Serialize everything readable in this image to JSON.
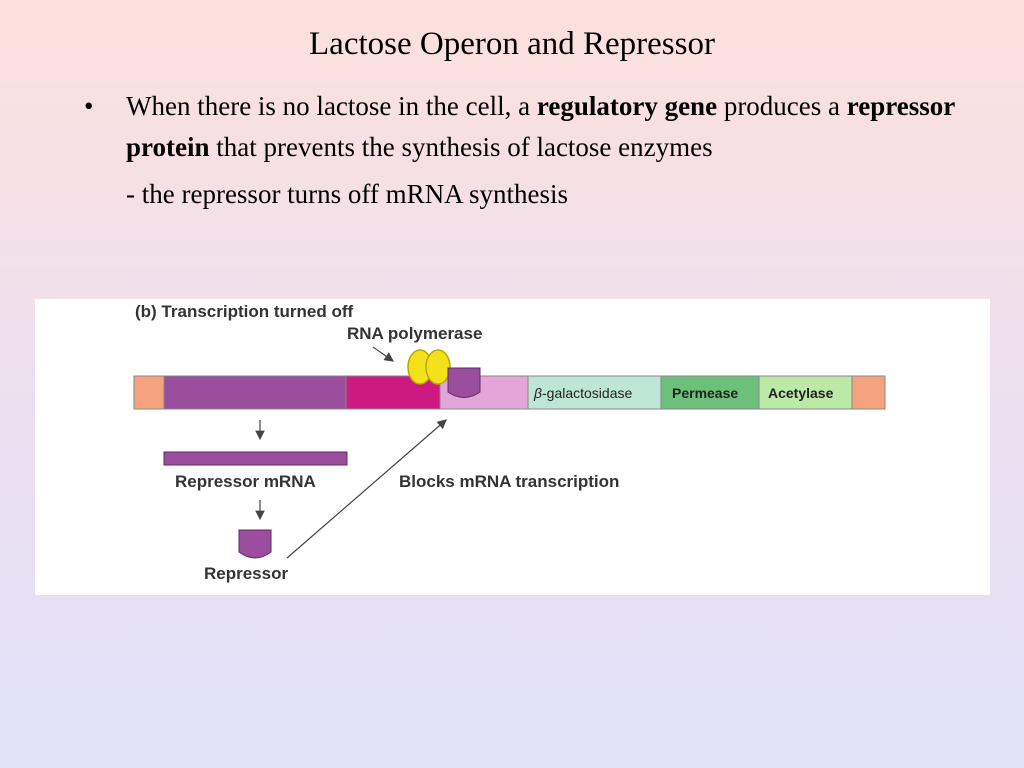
{
  "slide": {
    "title": "Lactose Operon and Repressor",
    "bullet": {
      "marker": "•",
      "part1": "When there is no lactose in the cell, a ",
      "bold1": "regulatory gene",
      "part2": " produces a ",
      "bold2": "repressor protein",
      "part3": " that prevents the synthesis of lactose enzymes"
    },
    "sub_line": "- the repressor turns off mRNA synthesis"
  },
  "diagram": {
    "panel_label": "(b) Transcription turned off",
    "rna_polymerase_label": "RNA polymerase",
    "gene_beta_symbol": "β",
    "gene_beta_rest": "-galactosidase",
    "gene_permease": "Permease",
    "gene_acetylase": "Acetylase",
    "repressor_mrna_label": "Repressor mRNA",
    "blocks_label": "Blocks mRNA transcription",
    "repressor_label": "Repressor",
    "colors": {
      "flank": "#f4a37e",
      "regulatory_gene": "#9b4d9e",
      "promoter": "#cc1a80",
      "operator": "#e4a6d8",
      "beta_gene": "#bde6d6",
      "permease_gene": "#6cc07a",
      "acetylase_gene": "#bde9a7",
      "rna_polymerase": "#f3e21a",
      "repressor": "#9b4d9e"
    }
  }
}
